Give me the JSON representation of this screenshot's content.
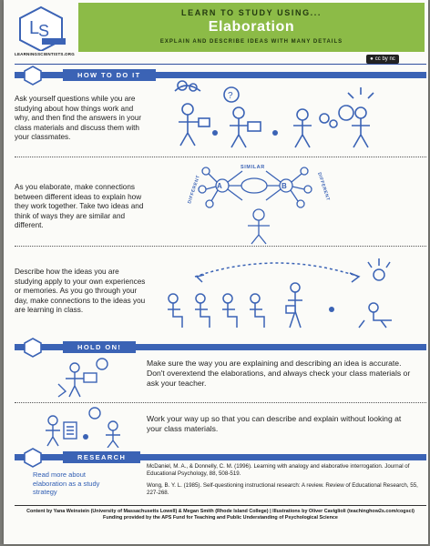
{
  "header": {
    "pre_title": "LEARN TO STUDY USING...",
    "title": "Elaboration",
    "subtitle": "EXPLAIN AND DESCRIBE IDEAS WITH MANY DETAILS",
    "logo_text": "LEARNINGSCIENTISTS",
    "site_url": "LEARNINGSCIENTISTS.ORG",
    "license": "cc by nc"
  },
  "sections": {
    "how_to": {
      "label": "HOW TO DO IT",
      "step1": "Ask yourself questions while you are studying about how things work and why, and then find the answers in your class materials and discuss them with your classmates.",
      "step2": "As you elaborate, make connections between different ideas to explain how they work together. Take two ideas and think of ways they are similar and different.",
      "step3": "Describe how the ideas you are studying apply to your own experiences or memories. As you go through your day, make connections to the ideas you are learning in class.",
      "diagram": {
        "similar": "SIMILAR",
        "different_left": "DIFFERENT",
        "different_right": "DIFFERENT",
        "node_a": "A",
        "node_b": "B",
        "question_mark": "?"
      }
    },
    "hold_on": {
      "label": "HOLD ON!",
      "tip1": "Make sure the way you are explaining and describing an idea is accurate. Don't overextend the elaborations, and always check your class materials or ask your teacher.",
      "tip2": "Work your way up so that you can describe and explain without looking at your class materials."
    },
    "research": {
      "label": "RESEARCH",
      "link": "Read more about elaboration as a study strategy",
      "ref1": "McDaniel, M. A., & Donnelly, C. M. (1996). Learning with analogy and elaborative interrogation. Journal of Educational Psychology, 88, 508-519.",
      "ref2": "Wong, B. Y. L. (1985). Self-questioning instructional research: A review. Review of Educational Research, 55, 227-268."
    }
  },
  "footer": {
    "line1": "Content by Yana Weinstein (University of Massachusetts Lowell) & Megan Smith (Rhode Island College) | Illustrations by Oliver Caviglioli (teachinghow2s.com/cogsci)",
    "line2": "Funding provided by the APS Fund for Teaching and Public Understanding of Psychological Science"
  },
  "colors": {
    "accent_blue": "#3b63b5",
    "brand_green": "#8cbb47"
  }
}
